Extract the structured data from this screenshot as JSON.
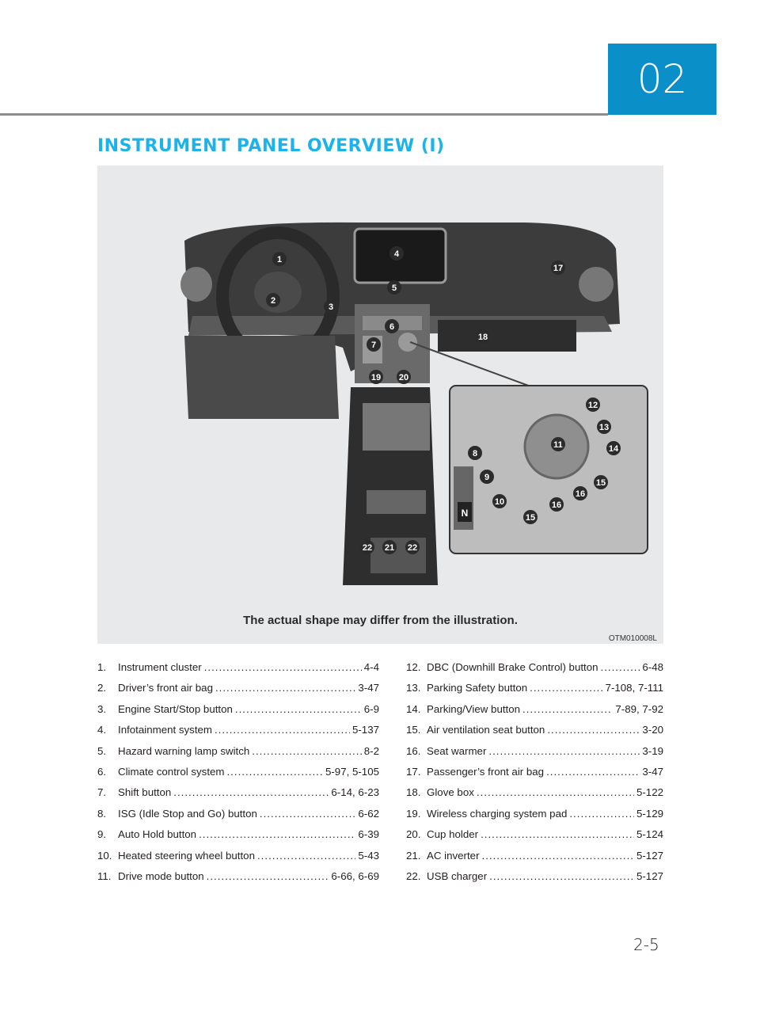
{
  "chapter": "02",
  "title": "INSTRUMENT PANEL OVERVIEW (I)",
  "figure": {
    "caption": "The actual shape may differ from the illustration.",
    "code": "OTM010008L",
    "callouts": [
      "1",
      "2",
      "3",
      "4",
      "5",
      "6",
      "7",
      "8",
      "9",
      "10",
      "11",
      "12",
      "13",
      "14",
      "15",
      "15",
      "16",
      "16",
      "17",
      "18",
      "19",
      "20",
      "21",
      "22",
      "22"
    ],
    "gear_letter": "N"
  },
  "items_left": [
    {
      "num": "1.",
      "text": "Instrument cluster",
      "ref": "4-4"
    },
    {
      "num": "2.",
      "text": "Driver’s front air bag",
      "ref": "3-47"
    },
    {
      "num": "3.",
      "text": "Engine Start/Stop button",
      "ref": "6-9"
    },
    {
      "num": "4.",
      "text": "Infotainment system",
      "ref": "5-137"
    },
    {
      "num": "5.",
      "text": "Hazard warning lamp switch",
      "ref": "8-2"
    },
    {
      "num": "6.",
      "text": "Climate control system",
      "ref": "5-97, 5-105"
    },
    {
      "num": "7.",
      "text": "Shift button",
      "ref": "6-14, 6-23"
    },
    {
      "num": "8.",
      "text": "ISG (Idle Stop and Go) button",
      "ref": "6-62"
    },
    {
      "num": "9.",
      "text": "Auto Hold button",
      "ref": "6-39"
    },
    {
      "num": "10.",
      "text": "Heated steering wheel button",
      "ref": "5-43"
    },
    {
      "num": "11.",
      "text": "Drive mode button",
      "ref": "6-66, 6-69"
    }
  ],
  "items_right": [
    {
      "num": "12.",
      "text": "DBC (Downhill Brake Control) button",
      "ref": "6-48"
    },
    {
      "num": "13.",
      "text": "Parking Safety button",
      "ref": "7-108, 7-111"
    },
    {
      "num": "14.",
      "text": "Parking/View button",
      "ref": "7-89, 7-92"
    },
    {
      "num": "15.",
      "text": "Air ventilation seat button",
      "ref": "3-20"
    },
    {
      "num": "16.",
      "text": "Seat warmer",
      "ref": "3-19"
    },
    {
      "num": "17.",
      "text": "Passenger’s front air bag",
      "ref": "3-47"
    },
    {
      "num": "18.",
      "text": "Glove box",
      "ref": "5-122"
    },
    {
      "num": "19.",
      "text": "Wireless charging system pad",
      "ref": "5-129"
    },
    {
      "num": "20.",
      "text": "Cup holder",
      "ref": "5-124"
    },
    {
      "num": "21.",
      "text": "AC inverter",
      "ref": "5-127"
    },
    {
      "num": "22.",
      "text": "USB charger",
      "ref": "5-127"
    }
  ],
  "page_number": "2-5",
  "colors": {
    "accent": "#0a8fc9",
    "title": "#1bb3e9",
    "rule": "#8a8c8e"
  }
}
